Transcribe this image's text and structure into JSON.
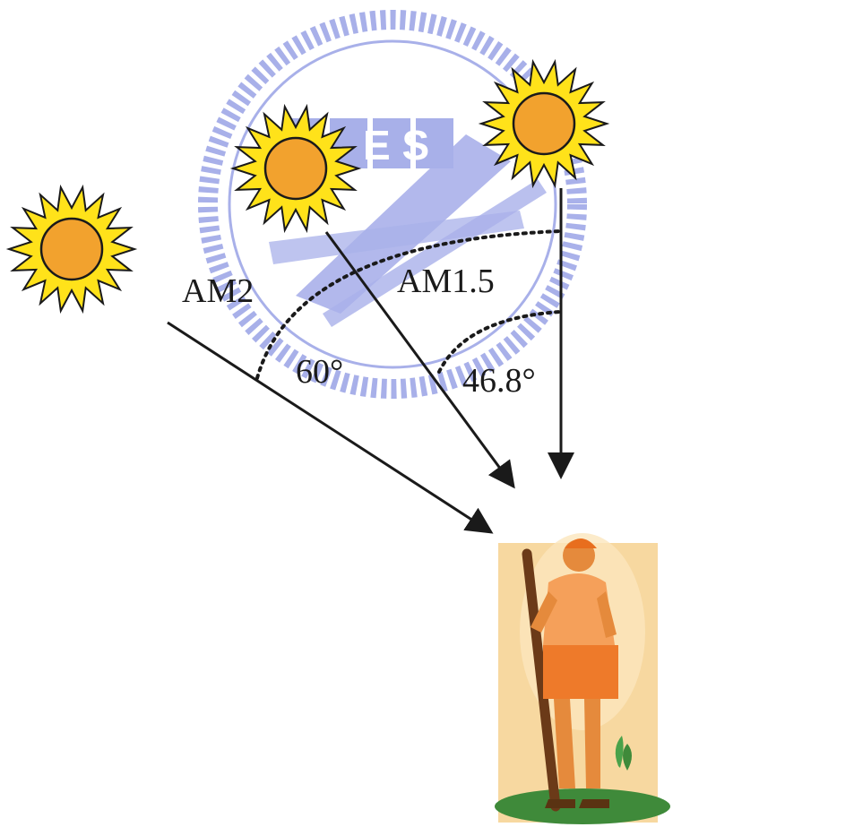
{
  "labels": {
    "am2": "AM2",
    "am15": "AM1.5",
    "angle_60": "60°",
    "angle_468": "46.8°"
  },
  "watermark": {
    "text": "E S"
  },
  "colors": {
    "sun_fill": "#f2a22e",
    "sun_rays": "#ffe21a",
    "outline": "#1a1a1a",
    "watermark": "#9aa3e6",
    "arrow": "#1a1a1a"
  },
  "icons": {
    "sun": "sun-icon",
    "person": "farmer-figure",
    "watermark": "university-seal"
  }
}
